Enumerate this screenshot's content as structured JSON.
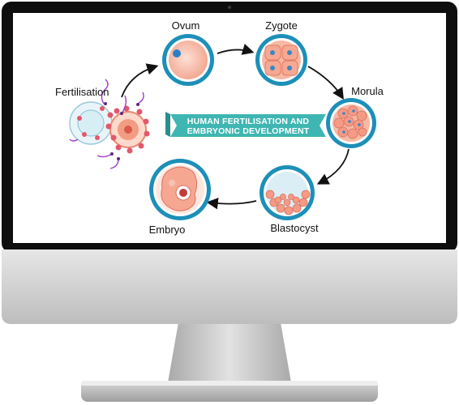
{
  "diagram": {
    "title_line1": "HUMAN FERTILISATION AND",
    "title_line2": "EMBRYONIC DEVELOPMENT",
    "stages": {
      "fertilisation": "Fertilisation",
      "ovum": "Ovum",
      "zygote": "Zygote",
      "morula": "Morula",
      "blastocyst": "Blastocyst",
      "embryo": "Embryo"
    }
  },
  "colors": {
    "banner": "#3fb6b2",
    "cell_ring": "#1d8fb8",
    "cell_fill": "#f6b9a4",
    "monitor_bezel": "#0e0e0e",
    "monitor_chin": "#cfcfcf"
  }
}
